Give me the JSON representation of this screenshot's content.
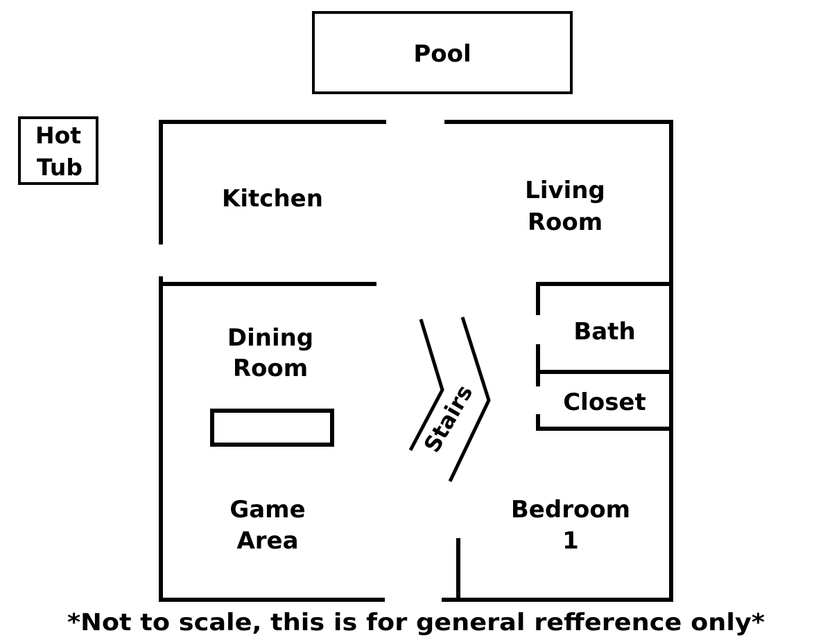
{
  "labels": {
    "pool": "Pool",
    "hot_tub": [
      "Hot",
      "Tub"
    ],
    "kitchen": "Kitchen",
    "living_room": [
      "Living",
      "Room"
    ],
    "dining_room": [
      "Dining",
      "Room"
    ],
    "bath": "Bath",
    "closet": "Closet",
    "stairs": "Stairs",
    "game_area": [
      "Game",
      "Area"
    ],
    "bedroom": [
      "Bedroom",
      "1"
    ]
  },
  "footnote": "*Not to scale, this is for general refference only*"
}
